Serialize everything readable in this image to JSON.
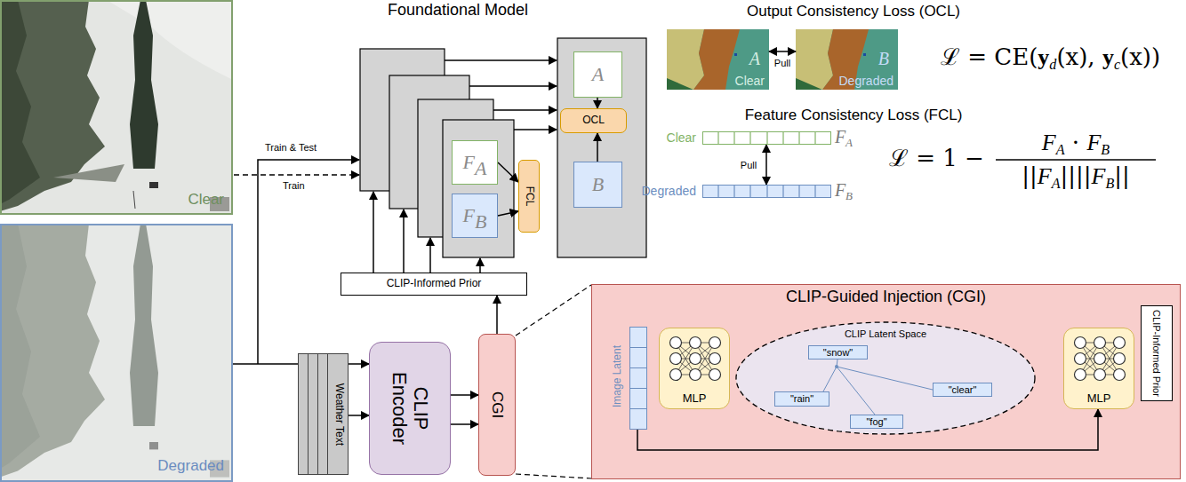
{
  "diagram": {
    "nodes": [
      {
        "text": [
          "Clear"
        ]
      },
      {
        "text": [
          "Degraded"
        ]
      },
      {
        "text": [
          "F",
          "A"
        ]
      },
      {
        "text": [
          "F",
          "B"
        ]
      },
      {
        "text": [
          "FCL"
        ]
      },
      {
        "text": [
          "A"
        ]
      },
      {
        "text": [
          "OCL"
        ]
      },
      {
        "text": [
          "B"
        ]
      },
      {
        "text": [
          "CLIP-Informed Prior"
        ]
      },
      {
        "text": [
          "Weather Text"
        ]
      },
      {
        "text": [
          "CLIP Encoder"
        ]
      },
      {
        "text": [
          "CGI"
        ]
      },
      {
        "text": [
          "A",
          "Clear"
        ]
      },
      {
        "text": [
          "B",
          "Degraded"
        ]
      },
      {
        "text": [
          "Clear",
          "F",
          "A"
        ]
      },
      {
        "text": [
          "Degraded",
          "F",
          "B"
        ]
      },
      {
        "text": [
          "CLIP-Guided Injection (CGI)"
        ]
      },
      {
        "text": [
          "Image Latent"
        ],
        "in": 16
      },
      {
        "text": [
          "MLP"
        ],
        "in": 16
      },
      {
        "text": [
          "CLIP Latent Space"
        ],
        "in": 16
      },
      {
        "text": [
          "\"snow\""
        ],
        "in": 19
      },
      {
        "text": [
          "\"rain\""
        ],
        "in": 19
      },
      {
        "text": [
          "\"fog\""
        ],
        "in": 19
      },
      {
        "text": [
          "\"clear\""
        ],
        "in": 19
      },
      {
        "text": [
          "MLP"
        ],
        "in": 16
      },
      {
        "text": [
          "CLIP-Informed Prior"
        ],
        "in": 16
      }
    ],
    "edges": [
      {
        "from": 5,
        "to": 6,
        "arrow": "to"
      },
      {
        "from": 7,
        "to": 6,
        "arrow": "to"
      },
      {
        "from": 2,
        "to": 4,
        "arrow": "to"
      },
      {
        "from": 3,
        "to": 4,
        "arrow": "to"
      },
      {
        "from": 1,
        "to": 10,
        "arrow": "to"
      },
      {
        "from": 9,
        "to": 10,
        "arrow": "to"
      },
      {
        "from": 10,
        "to": 11,
        "arrow": "to"
      },
      {
        "from": 10,
        "to": 11,
        "arrow": "to"
      },
      {
        "from": 11,
        "to": 8,
        "arrow": "to"
      },
      {
        "from": 12,
        "to": 13,
        "label": "Pull",
        "arrow": "both"
      },
      {
        "from": 14,
        "to": 15,
        "label": "Pull",
        "arrow": "both"
      },
      {
        "from": 17,
        "to": 24,
        "arrow": "to"
      }
    ],
    "labels": [
      "Foundational Model",
      "Train & Test",
      "Train",
      "Output Consistency Loss (OCL)",
      "Feature Consistency Loss (FCL)",
      "ℒ = CE(",
      "y",
      "d",
      "(x), ",
      "y",
      "c",
      "(x))",
      "ℒ = 1 −",
      "F",
      "A",
      " · ",
      "F",
      "B",
      "||",
      "F",
      "A",
      "||||",
      "F",
      "B",
      "||"
    ]
  }
}
